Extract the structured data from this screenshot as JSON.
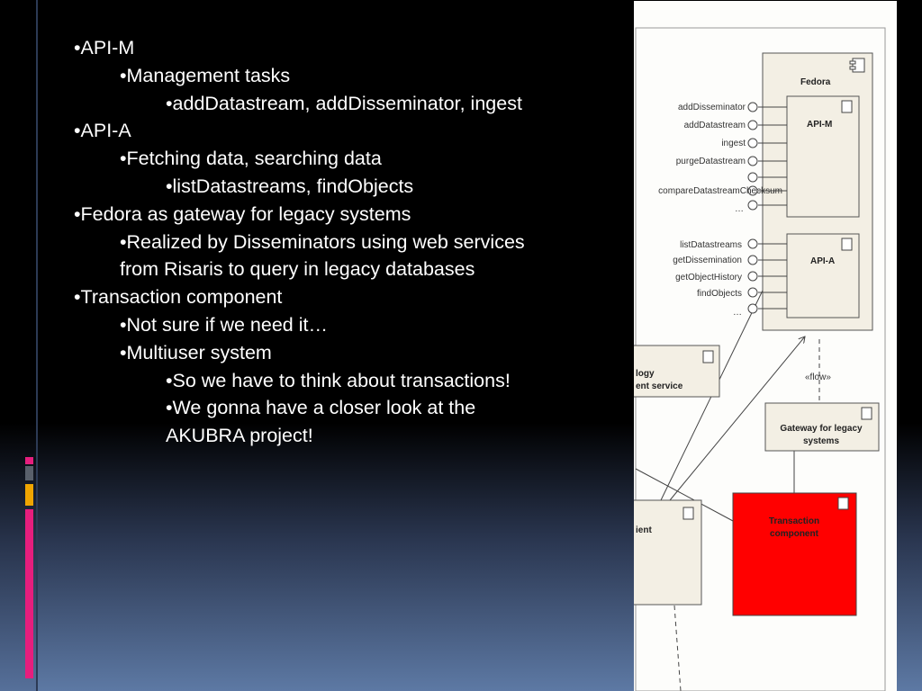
{
  "bullets": [
    {
      "level": 0,
      "text": "•API-M"
    },
    {
      "level": 1,
      "text": "•Management tasks"
    },
    {
      "level": 2,
      "text": "•addDatastream, addDisseminator, ingest"
    },
    {
      "level": 0,
      "text": "•API-A"
    },
    {
      "level": 1,
      "text": "•Fetching data, searching data"
    },
    {
      "level": 2,
      "text": "•listDatastreams, findObjects"
    },
    {
      "level": 0,
      "text": "•Fedora as gateway for legacy systems"
    },
    {
      "level": 1,
      "text": "•Realized by Disseminators using web services"
    },
    {
      "level": 1,
      "text": "from Risaris to query in legacy databases"
    },
    {
      "level": 0,
      "text": "•Transaction component"
    },
    {
      "level": 1,
      "text": "•Not sure if we need it…"
    },
    {
      "level": 1,
      "text": "•Multiuser system"
    },
    {
      "level": 2,
      "text": "•So we have to think about transactions!"
    },
    {
      "level": 2,
      "text": "•We gonna have a closer look at the"
    },
    {
      "level": 2,
      "text": "AKUBRA project!"
    }
  ],
  "diagram": {
    "fedora_label": "Fedora",
    "api_m_label": "API-M",
    "api_a_label": "API-A",
    "api_m_ops": [
      "addDisseminator",
      "addDatastream",
      "ingest",
      "purgeDatastream",
      "",
      "compareDatastreamChecksum",
      "…"
    ],
    "api_a_ops": [
      "listDatastreams",
      "getDissemination",
      "getObjectHistory",
      "findObjects",
      "…"
    ],
    "ontology_label_1": "logy",
    "ontology_label_2": "ent service",
    "flow_label": "«flow»",
    "gateway_label_1": "Gateway for legacy",
    "gateway_label_2": "systems",
    "client_label": "ient",
    "transaction_label_1": "Transaction",
    "transaction_label_2": "component",
    "transaction_color": "#ff0000"
  }
}
